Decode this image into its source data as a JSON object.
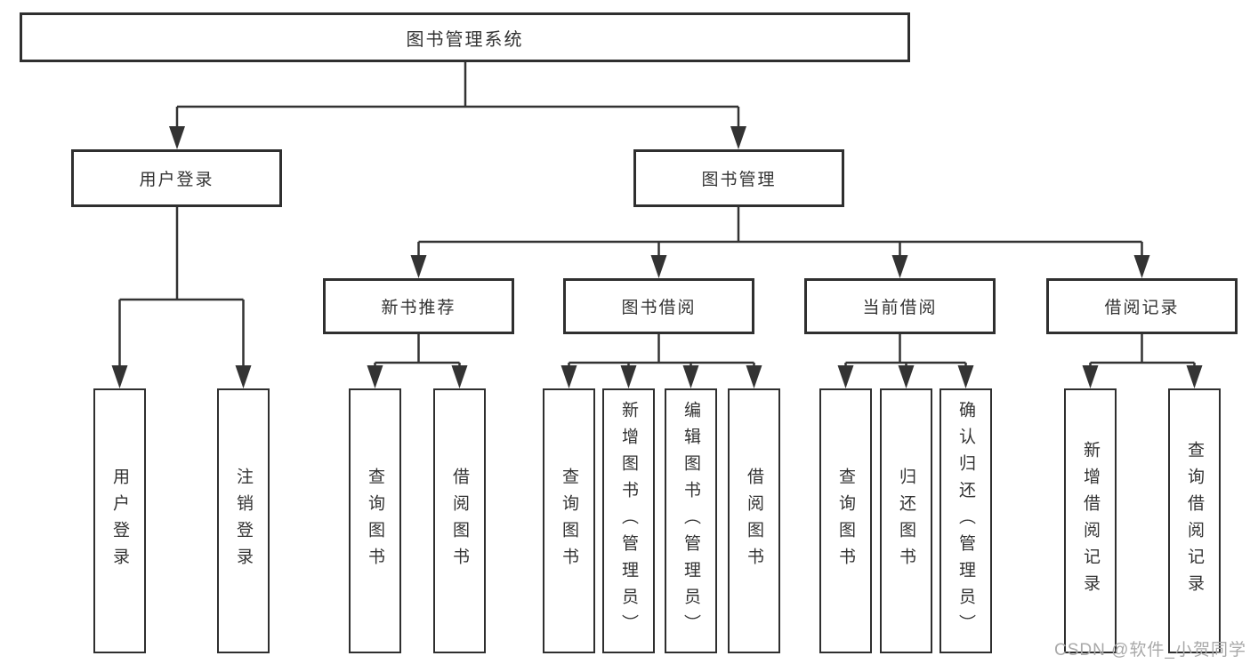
{
  "diagram": {
    "root": {
      "label": "图书管理系统"
    },
    "level2": [
      {
        "label": "用户登录"
      },
      {
        "label": "图书管理"
      }
    ],
    "level3": [
      {
        "label": "新书推荐"
      },
      {
        "label": "图书借阅"
      },
      {
        "label": "当前借阅"
      },
      {
        "label": "借阅记录"
      }
    ],
    "leaves": [
      {
        "parent": "用户登录",
        "label": "用户登录"
      },
      {
        "parent": "用户登录",
        "label": "注销登录"
      },
      {
        "parent": "新书推荐",
        "label": "查询图书"
      },
      {
        "parent": "新书推荐",
        "label": "借阅图书"
      },
      {
        "parent": "图书借阅",
        "label": "查询图书"
      },
      {
        "parent": "图书借阅",
        "label": "新增图书（管理员）"
      },
      {
        "parent": "图书借阅",
        "label": "编辑图书（管理员）"
      },
      {
        "parent": "图书借阅",
        "label": "借阅图书"
      },
      {
        "parent": "当前借阅",
        "label": "查询图书"
      },
      {
        "parent": "当前借阅",
        "label": "归还图书"
      },
      {
        "parent": "当前借阅",
        "label": "确认归还（管理员）"
      },
      {
        "parent": "借阅记录",
        "label": "新增借阅记录"
      },
      {
        "parent": "借阅记录",
        "label": "查询借阅记录"
      }
    ],
    "watermark": "CSDN @软件_小贺同学",
    "colors": {
      "line": "#333333",
      "border": "#2f2f2f",
      "text": "#333333",
      "watermark": "#a9a9a9",
      "background": "#ffffff"
    }
  }
}
